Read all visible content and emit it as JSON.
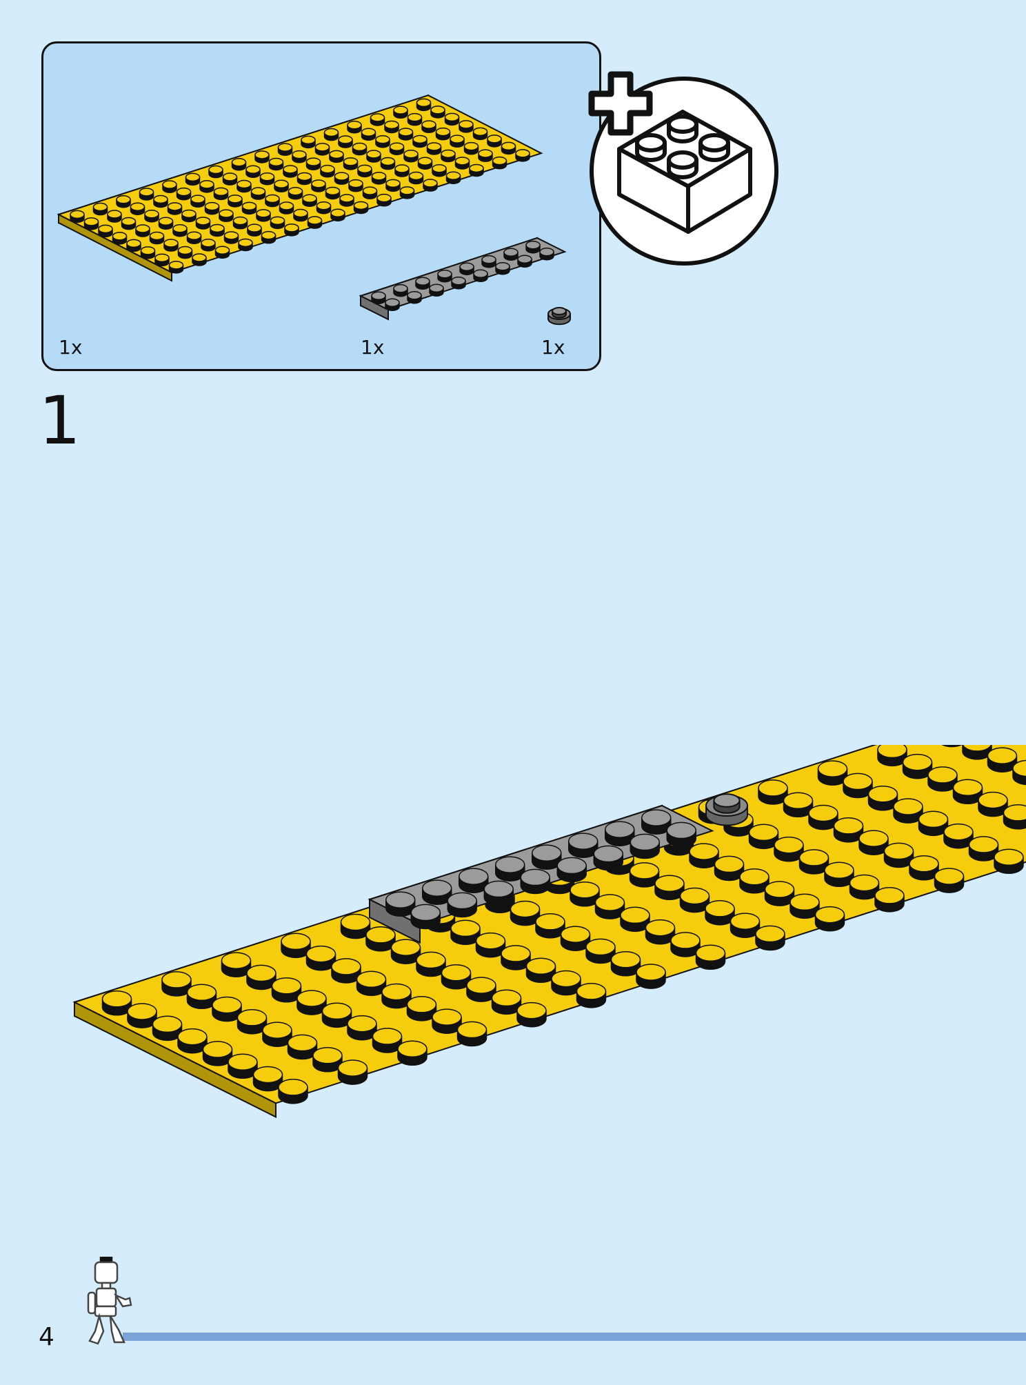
{
  "parts_list": {
    "items": [
      {
        "part": "yellow-8x16-plate",
        "color": "#f5cd0c",
        "quantity": "1x"
      },
      {
        "part": "gray-2x8-plate",
        "color": "#9b9b9b",
        "quantity": "1x"
      },
      {
        "part": "round-1x1-plate",
        "color": "#707070",
        "quantity": "1x"
      }
    ]
  },
  "step": {
    "number": "1"
  },
  "footer": {
    "page_number": "4",
    "progress_color": "#7ca3d8"
  },
  "colors": {
    "background": "#d4ecfc",
    "panel": "#b6dbf6",
    "yellow": "#f5cd0c",
    "gray": "#9b9b9b"
  }
}
